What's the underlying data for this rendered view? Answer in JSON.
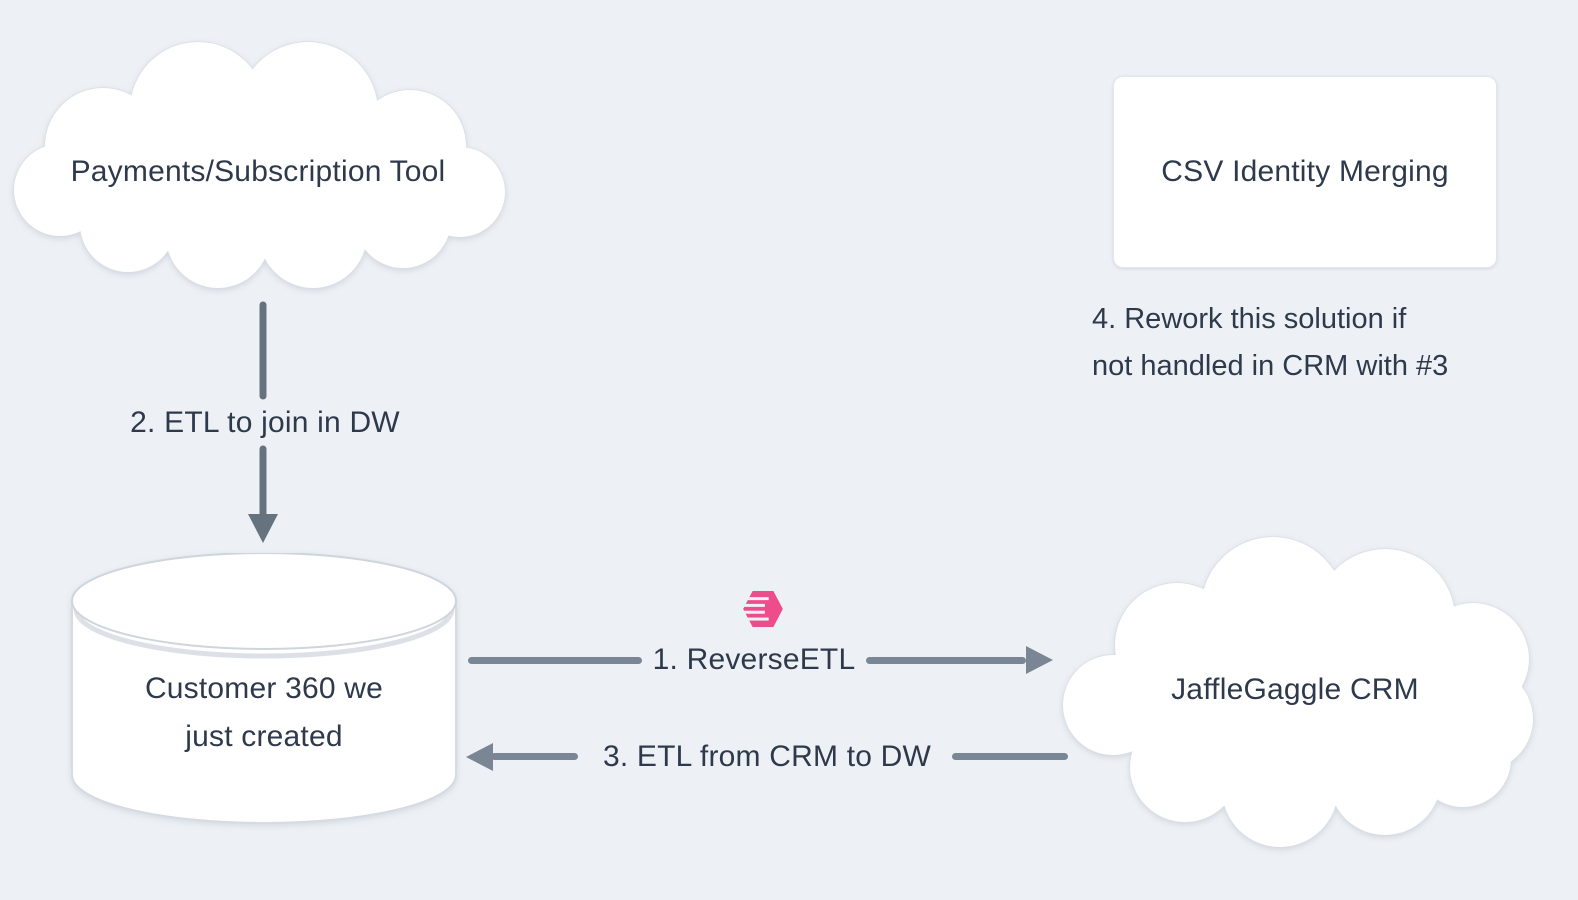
{
  "diagram": {
    "background_color": "#edf1f5",
    "text_color": "#2e3a4b",
    "arrow_color": "#7b8695",
    "vertical_arrow_color": "#67727f",
    "accent_pink": "#ee4d8b",
    "shape_fill": "#ffffff",
    "shape_stroke": "#d9dee5",
    "nodes": {
      "payments": {
        "label": "Payments/Subscription Tool",
        "shape": "cloud"
      },
      "csv_merging": {
        "label": "CSV Identity Merging",
        "shape": "rounded-rect"
      },
      "customer360": {
        "label_line1": "Customer 360 we",
        "label_line2": "just created",
        "shape": "database-cylinder"
      },
      "crm": {
        "label": "JaffleGaggle CRM",
        "shape": "cloud"
      }
    },
    "edges": {
      "step2": {
        "label": "2. ETL to join in DW",
        "from": "payments",
        "to": "customer360",
        "direction": "down"
      },
      "step1": {
        "label": "1. ReverseETL",
        "from": "customer360",
        "to": "crm",
        "direction": "right",
        "icon": "census-logo-icon"
      },
      "step3": {
        "label": "3. ETL from CRM to DW",
        "from": "crm",
        "to": "customer360",
        "direction": "left"
      }
    },
    "note": {
      "line1": "4. Rework this solution if",
      "line2": "not handled in CRM with #3"
    }
  }
}
